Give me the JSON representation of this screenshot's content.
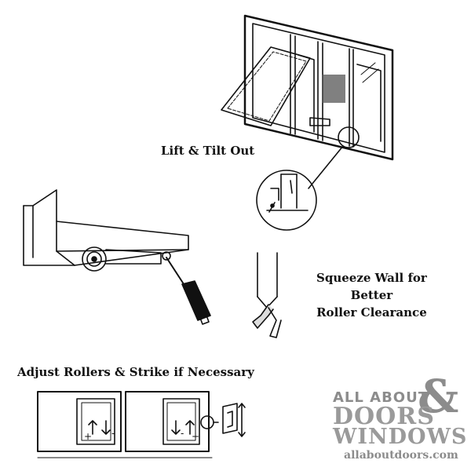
{
  "captions": {
    "lift_tilt": "Lift & Tilt Out",
    "squeeze_line1": "Squeeze Wall for",
    "squeeze_line2": "Better",
    "squeeze_line3": "Roller Clearance",
    "adjust": "Adjust Rollers & Strike if Necessary"
  },
  "arrow_labels": {
    "plus": "+",
    "minus": "-"
  },
  "brand": {
    "line1": "ALL ABOUT",
    "ampersand": "&",
    "line2": "DOORS",
    "line3": "WINDOWS",
    "url": "allaboutdoors.com"
  },
  "colors": {
    "ink": "#111111",
    "brand_gray": "#9a9a9a"
  }
}
